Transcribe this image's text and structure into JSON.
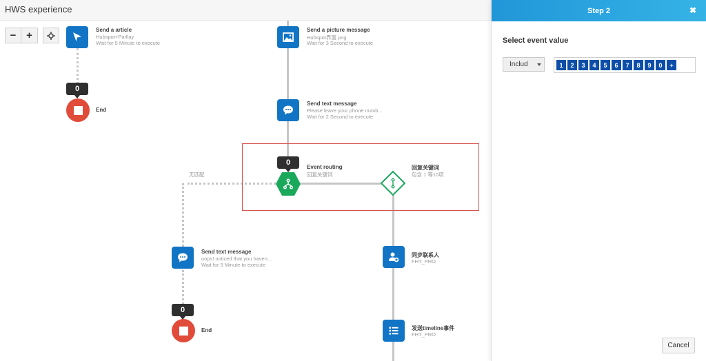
{
  "app": {
    "title": "HWS experience"
  },
  "toolbar": {
    "zoom_out": "−",
    "zoom_in": "+"
  },
  "nodes": {
    "article": {
      "title": "Send a article",
      "line1": "Hubspot+Parllay",
      "line2": "Wait for 5 Minute to execute"
    },
    "end1": {
      "title": "End",
      "badge": "0"
    },
    "picture": {
      "title": "Send a picture message",
      "line1": "Hubspot界面.png",
      "line2": "Wait for 3 Second to execute"
    },
    "text1": {
      "title": "Send text message",
      "line1": "Please leave your phone numb...",
      "line2": "Wait for 2 Second to execute"
    },
    "routing": {
      "title": "Event routing",
      "line1": "回复关键词",
      "badge": "0"
    },
    "branch": {
      "title": "回复关键词",
      "line1": "包含 1 等10项"
    },
    "no_match": {
      "label": "无匹配"
    },
    "text2": {
      "title": "Send text message",
      "line1": "oops! noticed that you haven...",
      "line2": "Wait for 5 Minute to execute"
    },
    "end2": {
      "title": "End",
      "badge": "0"
    },
    "sync": {
      "title": "同步联系人",
      "line1": "FHT_PRO"
    },
    "timeline": {
      "title": "发送timeline事件",
      "line1": "FHT_PRO"
    }
  },
  "panel": {
    "title": "Step 2",
    "close": "✖",
    "section_label": "Select event value",
    "select_value": "Includ",
    "keys": [
      "1",
      "2",
      "3",
      "4",
      "5",
      "6",
      "7",
      "8",
      "9",
      "0",
      "+"
    ],
    "cancel": "Cancel"
  },
  "colors": {
    "node_blue": "#1274c4",
    "end_red": "#e14b3a",
    "routing_green": "#1aa85a",
    "key_blue": "#0d4fa8",
    "highlight_red": "#d9534f"
  }
}
